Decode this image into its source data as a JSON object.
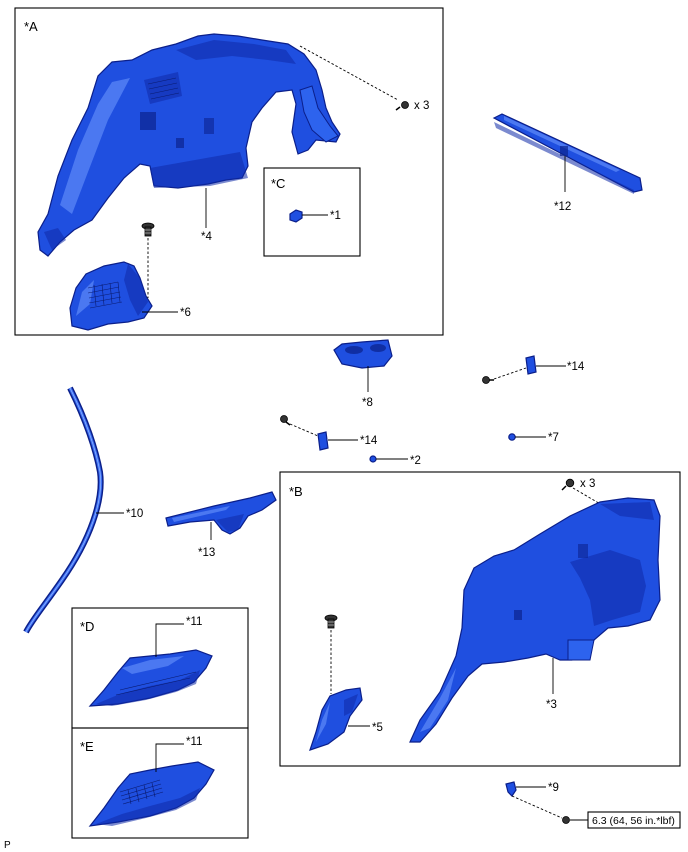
{
  "groups": {
    "A": "*A",
    "B": "*B",
    "C": "*C",
    "D": "*D",
    "E": "*E"
  },
  "callouts": {
    "c1": "*1",
    "c2": "*2",
    "c3": "*3",
    "c4": "*4",
    "c5": "*5",
    "c6": "*6",
    "c7": "*7",
    "c8": "*8",
    "c9": "*9",
    "c10": "*10",
    "c11_d": "*11",
    "c11_e": "*11",
    "c12": "*12",
    "c13": "*13",
    "c14_upper": "*14",
    "c14_lower": "*14"
  },
  "quantities": {
    "screws_a": "x 3",
    "screws_b": "x 3"
  },
  "torque_spec": "6.3 (64, 56 in.*lbf)",
  "corner_mark": "P",
  "colors": {
    "part_fill": "#1f4fe0",
    "part_stroke": "#0b1f8a",
    "line": "#000000"
  }
}
